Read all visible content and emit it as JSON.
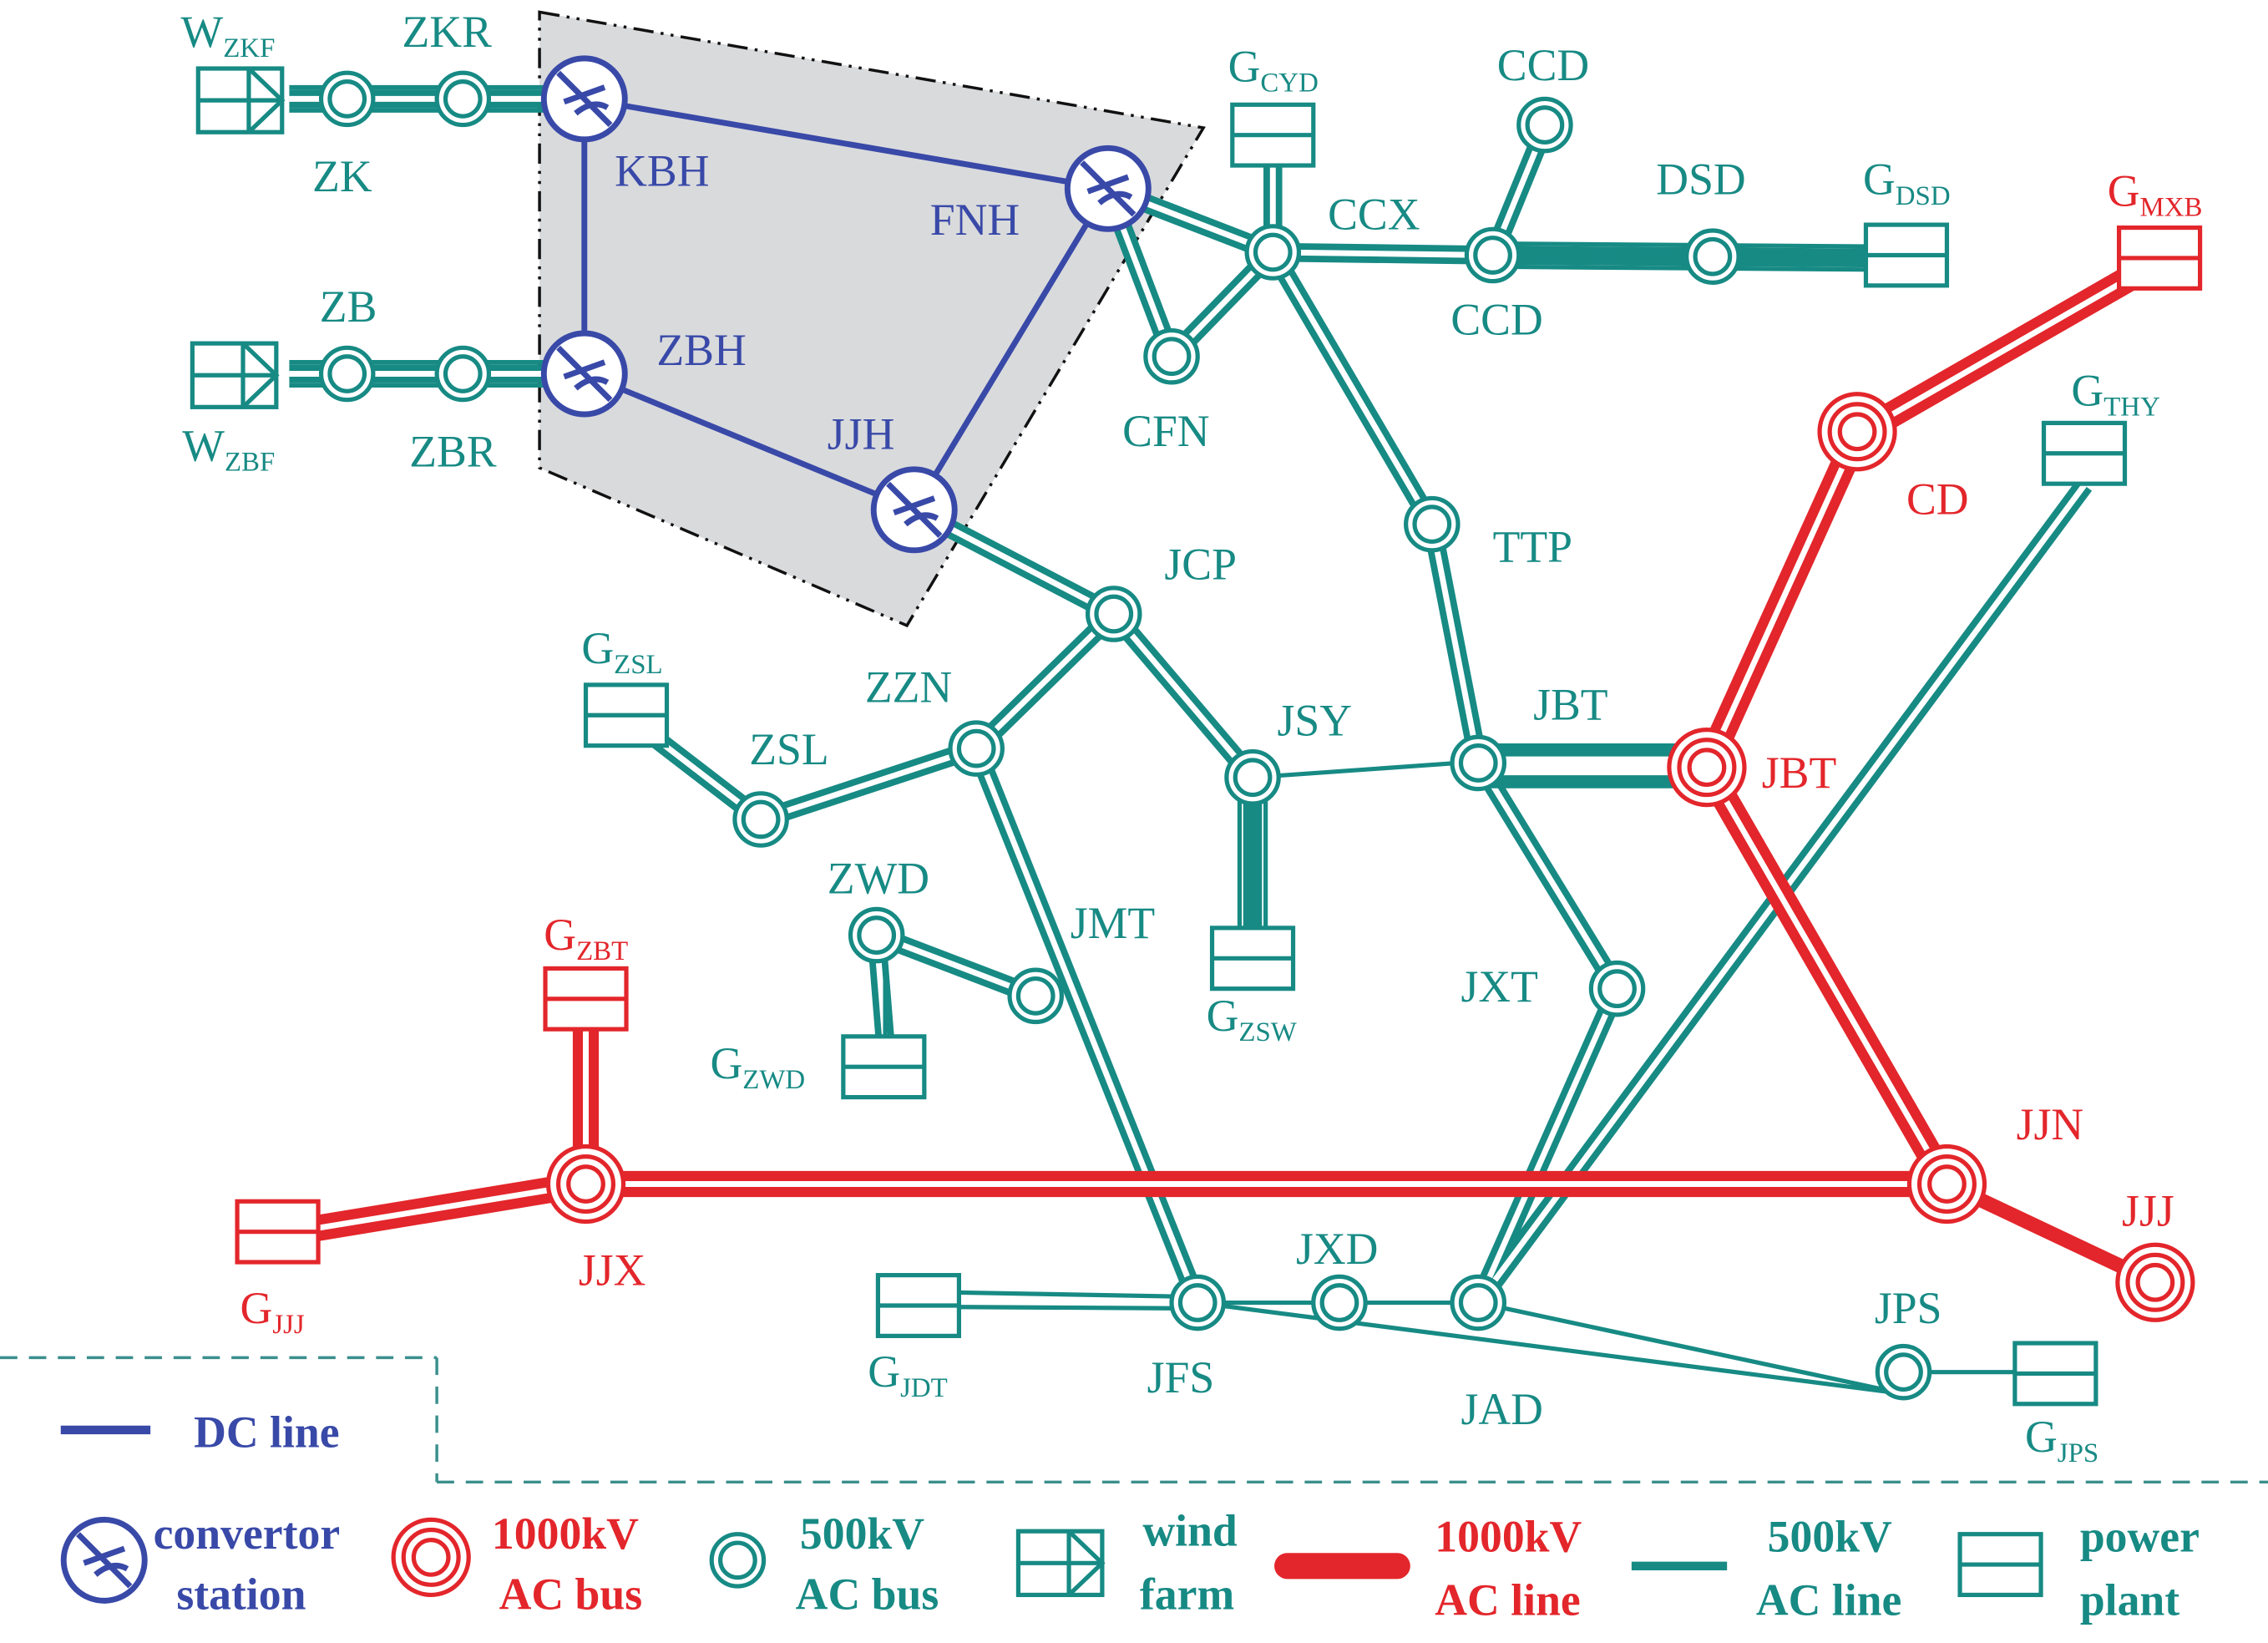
{
  "colors": {
    "ac500": "#178a84",
    "ac1000": "#e3262b",
    "dc": "#3949a8",
    "shade": "#d9dadc"
  },
  "nodes": {
    "ZKR": {
      "text": "ZKR"
    },
    "ZK": {
      "text": "ZK"
    },
    "ZB": {
      "text": "ZB"
    },
    "ZBR": {
      "text": "ZBR"
    },
    "KBH": {
      "text": "KBH"
    },
    "FNH": {
      "text": "FNH"
    },
    "ZBH": {
      "text": "ZBH"
    },
    "JJH": {
      "text": "JJH"
    },
    "CCX": {
      "text": "CCX"
    },
    "CCD_top": {
      "text": "CCD"
    },
    "CCD": {
      "text": "CCD"
    },
    "DSD": {
      "text": "DSD"
    },
    "CFN": {
      "text": "CFN"
    },
    "TTP": {
      "text": "TTP"
    },
    "JCP": {
      "text": "JCP"
    },
    "ZZN": {
      "text": "ZZN"
    },
    "ZSL": {
      "text": "ZSL"
    },
    "JSY": {
      "text": "JSY"
    },
    "JBT500": {
      "text": "JBT"
    },
    "JBT1000": {
      "text": "JBT"
    },
    "CD": {
      "text": "CD"
    },
    "ZWD": {
      "text": "ZWD"
    },
    "JMT": {
      "text": "JMT"
    },
    "JXT": {
      "text": "JXT"
    },
    "JJN": {
      "text": "JJN"
    },
    "JJJ": {
      "text": "JJJ"
    },
    "JJX": {
      "text": "JJX"
    },
    "JXD": {
      "text": "JXD"
    },
    "JFS": {
      "text": "JFS"
    },
    "JAD": {
      "text": "JAD"
    },
    "JPS": {
      "text": "JPS"
    }
  },
  "plants": {
    "W_ZKF": {
      "main": "W",
      "sub": "ZKF"
    },
    "W_ZBF": {
      "main": "W",
      "sub": "ZBF"
    },
    "G_CYD": {
      "main": "G",
      "sub": "CYD"
    },
    "G_DSD": {
      "main": "G",
      "sub": "DSD"
    },
    "G_MXB": {
      "main": "G",
      "sub": "MXB"
    },
    "G_THY": {
      "main": "G",
      "sub": "THY"
    },
    "G_ZSL": {
      "main": "G",
      "sub": "ZSL"
    },
    "G_ZSW": {
      "main": "G",
      "sub": "ZSW"
    },
    "G_ZBT": {
      "main": "G",
      "sub": "ZBT"
    },
    "G_ZWD": {
      "main": "G",
      "sub": "ZWD"
    },
    "G_JJJ": {
      "main": "G",
      "sub": "JJJ"
    },
    "G_JDT": {
      "main": "G",
      "sub": "JDT"
    },
    "G_JPS": {
      "main": "G",
      "sub": "JPS"
    }
  },
  "legend": {
    "dc_line": "DC line",
    "convertor_1": "convertor",
    "convertor_2": "station",
    "ac1000_bus_1": "1000kV",
    "ac1000_bus_2": "AC bus",
    "ac500_bus_1": "500kV",
    "ac500_bus_2": "AC bus",
    "wind_1": "wind",
    "wind_2": "farm",
    "ac1000_line_1": "1000kV",
    "ac1000_line_2": "AC line",
    "ac500_line_1": "500kV",
    "ac500_line_2": "AC line",
    "plant_1": "power",
    "plant_2": "plant"
  }
}
